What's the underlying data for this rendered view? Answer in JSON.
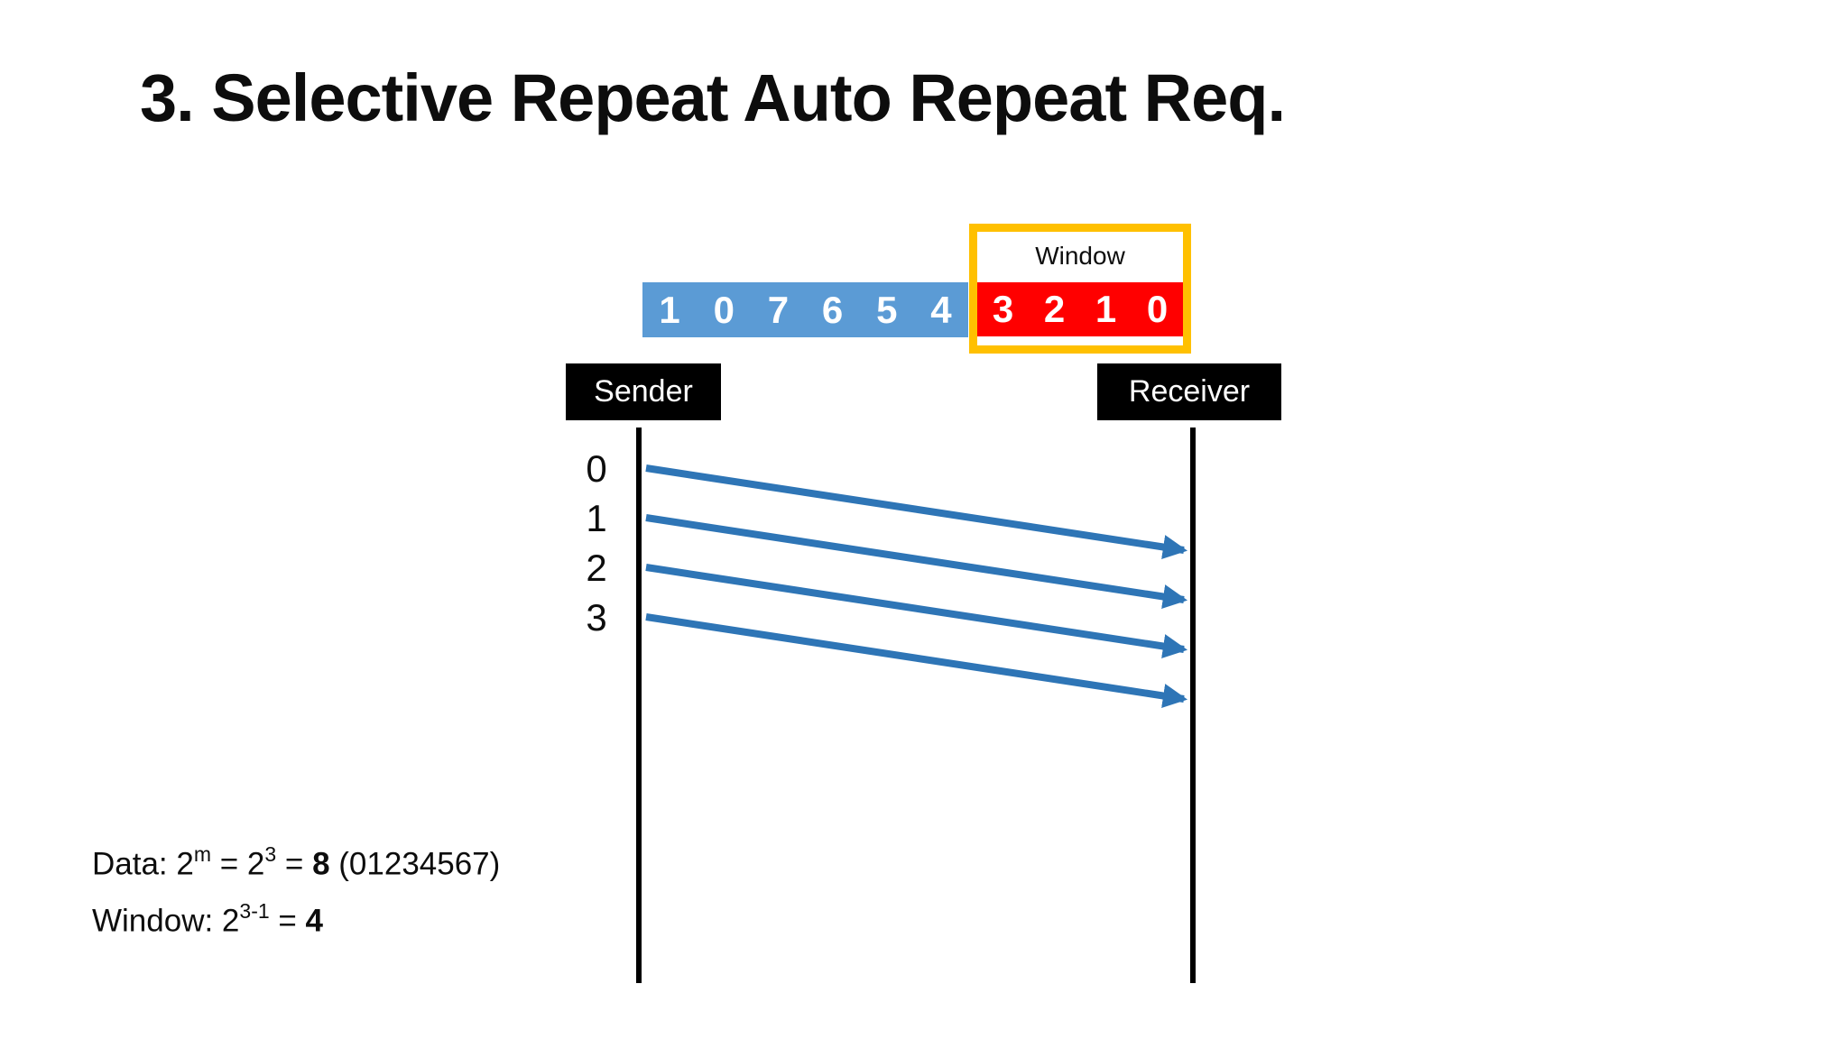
{
  "title": "3. Selective Repeat Auto Repeat Req.",
  "sequence_bar": {
    "outside_values": [
      "1",
      "0",
      "7",
      "6",
      "5",
      "4"
    ],
    "window_label": "Window",
    "window_values": [
      "3",
      "2",
      "1",
      "0"
    ]
  },
  "timeline": {
    "sender_label": "Sender",
    "receiver_label": "Receiver",
    "frame_numbers": [
      "0",
      "1",
      "2",
      "3"
    ]
  },
  "notes": {
    "data_line": {
      "prefix": "Data: 2",
      "sup1": "m",
      "mid1": " = 2",
      "sup2": "3",
      "mid2": " = ",
      "result": "8",
      "suffix": " (01234567)"
    },
    "window_line": {
      "prefix": "Window: 2",
      "sup1": "3-1",
      "mid1": " = ",
      "result": "4"
    }
  },
  "colors": {
    "bar_blue": "#5B9BD5",
    "window_red": "#FF0000",
    "window_border": "#FFC000",
    "arrow_blue": "#2E75B6",
    "box_black": "#000000",
    "text_dark": "#111111"
  }
}
